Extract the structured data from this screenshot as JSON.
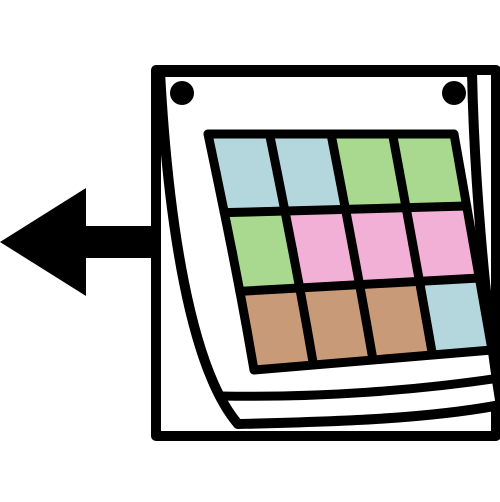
{
  "icon": {
    "name": "calendar-previous-month-icon",
    "background": "#ffffff",
    "stroke": "#000000",
    "page_fill": "#ffffff"
  },
  "arrow": {
    "name": "arrow-left-icon",
    "direction": "left",
    "color": "#000000"
  },
  "calendar": {
    "name": "calendar-icon",
    "binding_holes": 2,
    "grid": {
      "rows": 3,
      "cols": 4,
      "cells": [
        [
          "#b4d7de",
          "#b4d7de",
          "#a8d98f",
          "#a8d98f"
        ],
        [
          "#a8d98f",
          "#f2b0d6",
          "#f2b0d6",
          "#f2b0d6"
        ],
        [
          "#c99a78",
          "#c99a78",
          "#c99a78",
          "#b4d7de"
        ]
      ]
    },
    "colors": {
      "blue": "#b4d7de",
      "green": "#a8d98f",
      "pink": "#f2b0d6",
      "brown": "#c99a78"
    }
  }
}
